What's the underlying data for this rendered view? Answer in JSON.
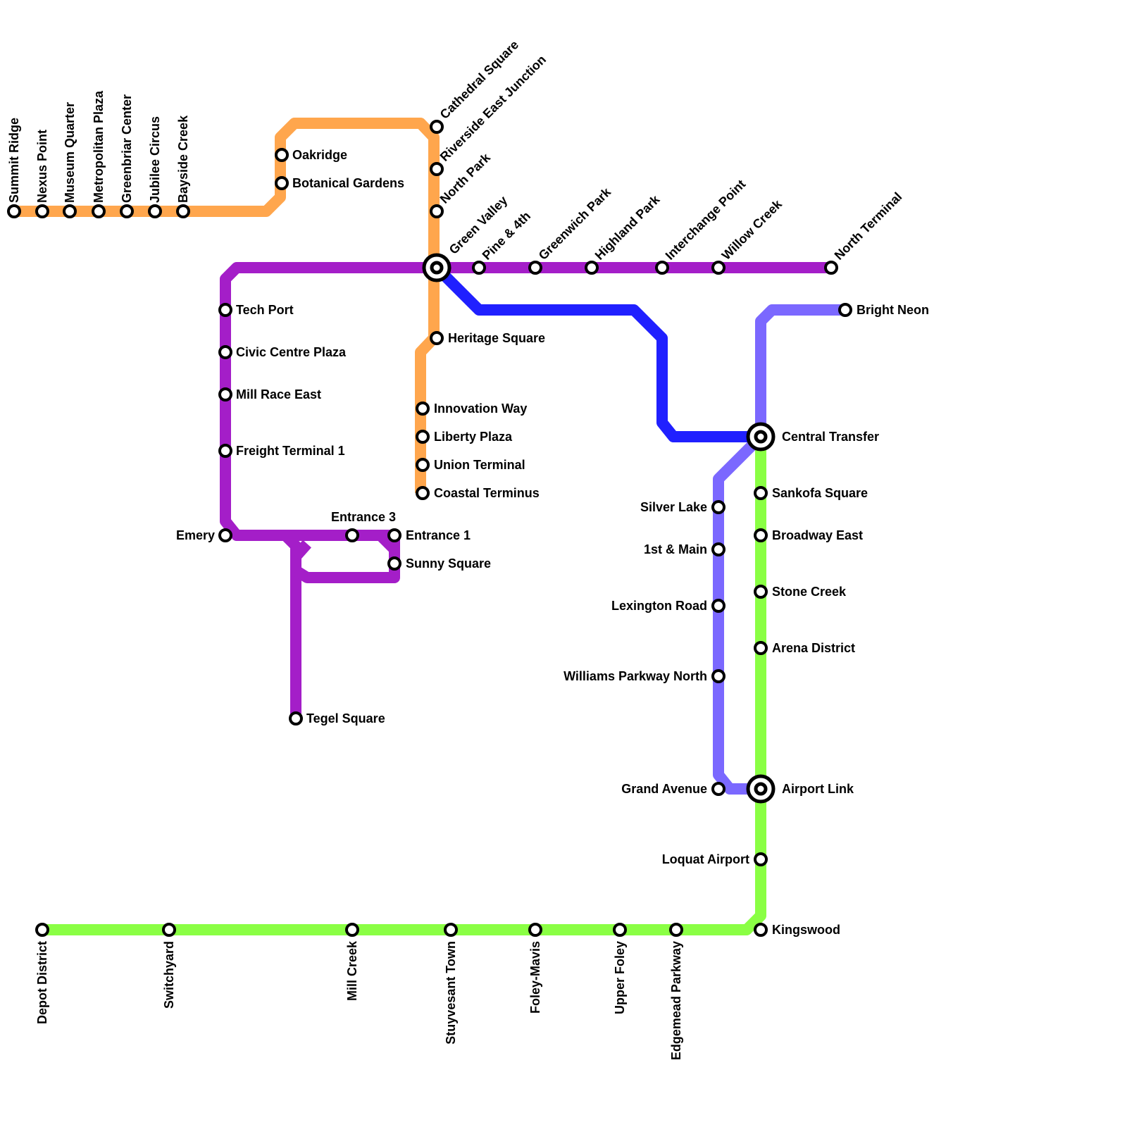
{
  "colors": {
    "orange": "#FFA64D",
    "purple": "#A41EC8",
    "blue": "#2020FF",
    "violet": "#7B68FF",
    "green": "#8AFF44"
  },
  "stations": {
    "summit_ridge": "Summit Ridge",
    "nexus_point": "Nexus Point",
    "museum_quarter": "Museum Quarter",
    "metropolitan_plaza": "Metropolitan Plaza",
    "greenbriar_center": "Greenbriar Center",
    "jubilee_circus": "Jubilee Circus",
    "bayside_creek": "Bayside Creek",
    "oakridge": "Oakridge",
    "botanical_gardens": "Botanical Gardens",
    "cathedral_square": "Cathedral Square",
    "riverside_east_junction": "Riverside East Junction",
    "north_park": "North Park",
    "green_valley": "Green Valley",
    "pine_4th": "Pine & 4th",
    "greenwich_park": "Greenwich Park",
    "highland_park": "Highland Park",
    "interchange_point": "Interchange Point",
    "willow_creek": "Willow Creek",
    "north_terminal": "North Terminal",
    "tech_port": "Tech Port",
    "civic_centre_plaza": "Civic Centre Plaza",
    "mill_race_east": "Mill Race East",
    "freight_terminal_1": "Freight Terminal 1",
    "emery": "Emery",
    "entrance_3": "Entrance 3",
    "entrance_1": "Entrance 1",
    "sunny_square": "Sunny Square",
    "tegel_square": "Tegel Square",
    "heritage_square": "Heritage Square",
    "innovation_way": "Innovation Way",
    "liberty_plaza": "Liberty Plaza",
    "union_terminal": "Union Terminal",
    "coastal_terminus": "Coastal Terminus",
    "bright_neon": "Bright Neon",
    "central_transfer": "Central Transfer",
    "sankofa_square": "Sankofa Square",
    "broadway_east": "Broadway East",
    "stone_creek": "Stone Creek",
    "arena_district": "Arena District",
    "airport_link": "Airport Link",
    "loquat_airport": "Loquat Airport",
    "kingswood": "Kingswood",
    "silver_lake": "Silver Lake",
    "first_main": "1st & Main",
    "lexington_road": "Lexington Road",
    "williams_parkway_north": "Williams Parkway North",
    "grand_avenue": "Grand Avenue",
    "depot_district": "Depot District",
    "switchyard": "Switchyard",
    "mill_creek": "Mill Creek",
    "stuyvesant_town": "Stuyvesant Town",
    "foley_mavis": "Foley-Mavis",
    "upper_foley": "Upper Foley",
    "edgemead_parkway": "Edgemead Parkway"
  }
}
